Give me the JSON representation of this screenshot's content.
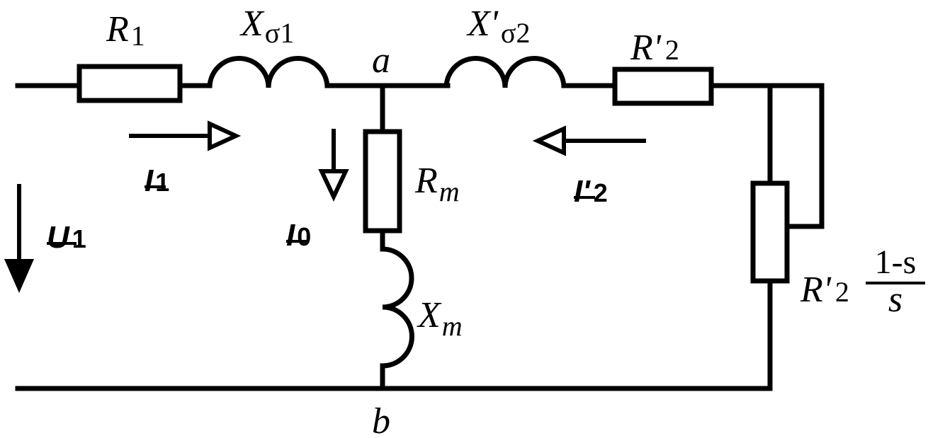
{
  "components": {
    "r1": {
      "symbol": "R",
      "sub": "1"
    },
    "x_sigma1": {
      "symbol": "X",
      "sub": "σ1"
    },
    "x_sigma2": {
      "symbol": "X'",
      "sub": "σ2"
    },
    "r2": {
      "symbol": "R'",
      "sub": "2"
    },
    "rm": {
      "symbol": "R",
      "sub": "m"
    },
    "xm": {
      "symbol": "X",
      "sub": "m"
    },
    "load": {
      "symbol": "R'",
      "sub": "2",
      "numerator": "1-s",
      "denominator": "s"
    }
  },
  "nodes": {
    "a": "a",
    "b": "b"
  },
  "currents": {
    "i1": {
      "symbol": "I",
      "sub": "1"
    },
    "i0": {
      "symbol": "I",
      "sub": "0"
    },
    "i2": {
      "symbol": "I'",
      "sub": "2"
    }
  },
  "voltage": {
    "symbol": "U",
    "sub": "1"
  },
  "colors": {
    "line": "#000000",
    "background": "#ffffff"
  }
}
